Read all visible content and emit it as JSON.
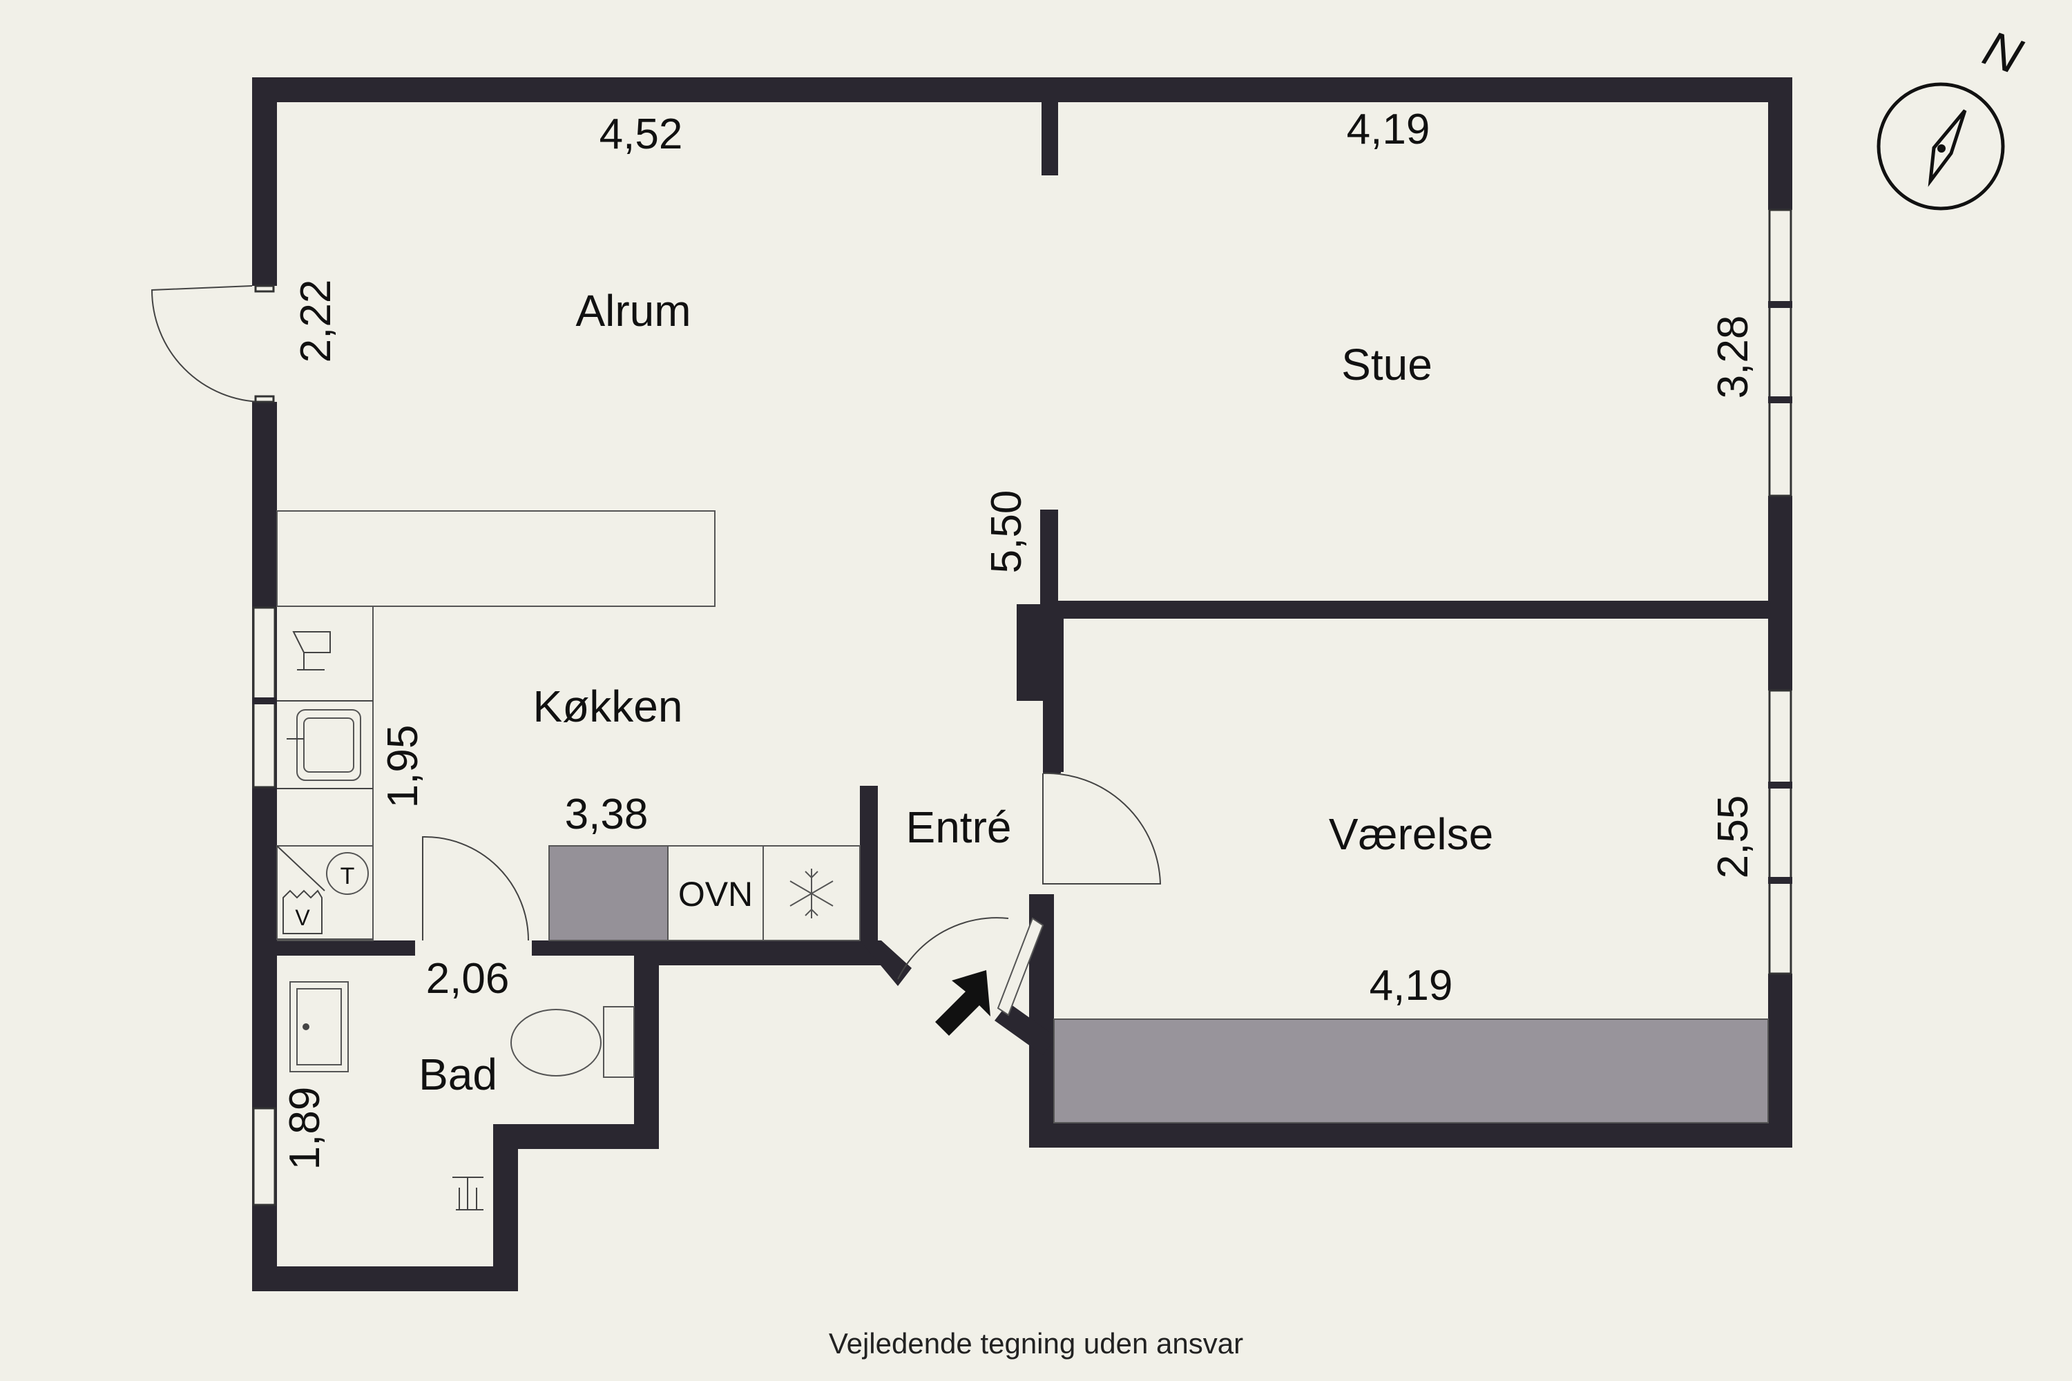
{
  "rooms": {
    "alrum": "Alrum",
    "stue": "Stue",
    "kokken": "Køkken",
    "entre": "Entré",
    "vaerelse": "Værelse",
    "bad": "Bad"
  },
  "dimensions": {
    "alrum_width": "4,52",
    "stue_width": "4,19",
    "alrum_depth": "2,22",
    "stue_depth": "3,28",
    "kitchen_wall": "5,50",
    "kitchen_depth": "1,95",
    "kitchen_width": "3,38",
    "bath_width": "2,06",
    "bath_depth": "1,89",
    "vaerelse_depth": "2,55",
    "vaerelse_width": "4,19"
  },
  "appliances": {
    "oven": "OVN",
    "tumbler": "T",
    "washer": "V"
  },
  "compass": {
    "label": "N",
    "icon": "compass-icon"
  },
  "footer": "Vejledende tegning uden ansvar",
  "colors": {
    "wall": "#2a2730",
    "background": "#f1f0e8",
    "wardrobe": "#98949b"
  }
}
